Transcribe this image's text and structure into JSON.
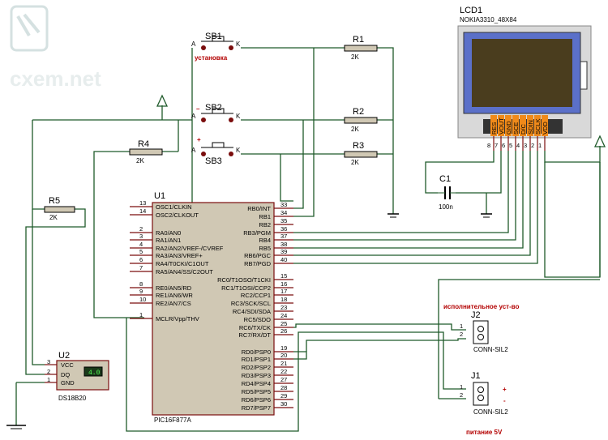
{
  "watermark": "cxem.net",
  "lcd": {
    "ref": "LCD1",
    "part": "NOKIA3310_48X84",
    "pins": [
      "RES",
      "VOUT",
      "GND",
      "SCE",
      "D/C",
      "SDIN",
      "SCLK",
      "VDD"
    ],
    "pin_numbers": [
      "8",
      "7",
      "6",
      "5",
      "4",
      "3",
      "2",
      "1"
    ]
  },
  "buttons": [
    {
      "ref": "SB1",
      "note": "установка"
    },
    {
      "ref": "SB2",
      "sign": "–"
    },
    {
      "ref": "SB3",
      "sign": "+"
    }
  ],
  "resistors": [
    {
      "ref": "R1",
      "value": "2K"
    },
    {
      "ref": "R2",
      "value": "2K"
    },
    {
      "ref": "R3",
      "value": "2K"
    },
    {
      "ref": "R4",
      "value": "2K"
    },
    {
      "ref": "R5",
      "value": "2K"
    }
  ],
  "capacitor": {
    "ref": "C1",
    "value": "100n"
  },
  "mcu": {
    "ref": "U1",
    "part": "PIC16F877A",
    "left_pins": [
      {
        "num": "13",
        "name": "OSC1/CLKIN"
      },
      {
        "num": "14",
        "name": "OSC2/CLKOUT"
      },
      {
        "num": "2",
        "name": "RA0/AN0"
      },
      {
        "num": "3",
        "name": "RA1/AN1"
      },
      {
        "num": "4",
        "name": "RA2/AN2/VREF-/CVREF"
      },
      {
        "num": "5",
        "name": "RA3/AN3/VREF+"
      },
      {
        "num": "6",
        "name": "RA4/T0CKI/C1OUT"
      },
      {
        "num": "7",
        "name": "RA5/AN4/SS/C2OUT"
      },
      {
        "num": "8",
        "name": "RE0/AN5/RD"
      },
      {
        "num": "9",
        "name": "RE1/AN6/WR"
      },
      {
        "num": "10",
        "name": "RE2/AN7/CS"
      },
      {
        "num": "1",
        "name": "MCLR/Vpp/THV"
      }
    ],
    "right_pins": [
      {
        "num": "33",
        "name": "RB0/INT"
      },
      {
        "num": "34",
        "name": "RB1"
      },
      {
        "num": "35",
        "name": "RB2"
      },
      {
        "num": "36",
        "name": "RB3/PGM"
      },
      {
        "num": "37",
        "name": "RB4"
      },
      {
        "num": "38",
        "name": "RB5"
      },
      {
        "num": "39",
        "name": "RB6/PGC"
      },
      {
        "num": "40",
        "name": "RB7/PGD"
      },
      {
        "num": "15",
        "name": "RC0/T1OSO/T1CKI"
      },
      {
        "num": "16",
        "name": "RC1/T1OSI/CCP2"
      },
      {
        "num": "17",
        "name": "RC2/CCP1"
      },
      {
        "num": "18",
        "name": "RC3/SCK/SCL"
      },
      {
        "num": "23",
        "name": "RC4/SDI/SDA"
      },
      {
        "num": "24",
        "name": "RC5/SDO"
      },
      {
        "num": "25",
        "name": "RC6/TX/CK"
      },
      {
        "num": "26",
        "name": "RC7/RX/DT"
      },
      {
        "num": "19",
        "name": "RD0/PSP0"
      },
      {
        "num": "20",
        "name": "RD1/PSP1"
      },
      {
        "num": "21",
        "name": "RD2/PSP2"
      },
      {
        "num": "22",
        "name": "RD3/PSP3"
      },
      {
        "num": "27",
        "name": "RD4/PSP4"
      },
      {
        "num": "28",
        "name": "RD5/PSP5"
      },
      {
        "num": "29",
        "name": "RD6/PSP6"
      },
      {
        "num": "30",
        "name": "RD7/PSP7"
      }
    ]
  },
  "sensor": {
    "ref": "U2",
    "part": "DS18B20",
    "display": "4.0",
    "pins": [
      {
        "num": "3",
        "name": "VCC"
      },
      {
        "num": "2",
        "name": "DQ"
      },
      {
        "num": "1",
        "name": "GND"
      }
    ]
  },
  "j2": {
    "ref": "J2",
    "part": "CONN-SIL2",
    "note": "исполнительное уст-во",
    "pins": [
      "1",
      "2"
    ]
  },
  "j1": {
    "ref": "J1",
    "part": "CONN-SIL2",
    "note": "питание  5V",
    "pins": [
      "1",
      "2"
    ],
    "plus": "+",
    "minus": "-"
  },
  "switch_pins": {
    "a": "A",
    "k": "K"
  }
}
